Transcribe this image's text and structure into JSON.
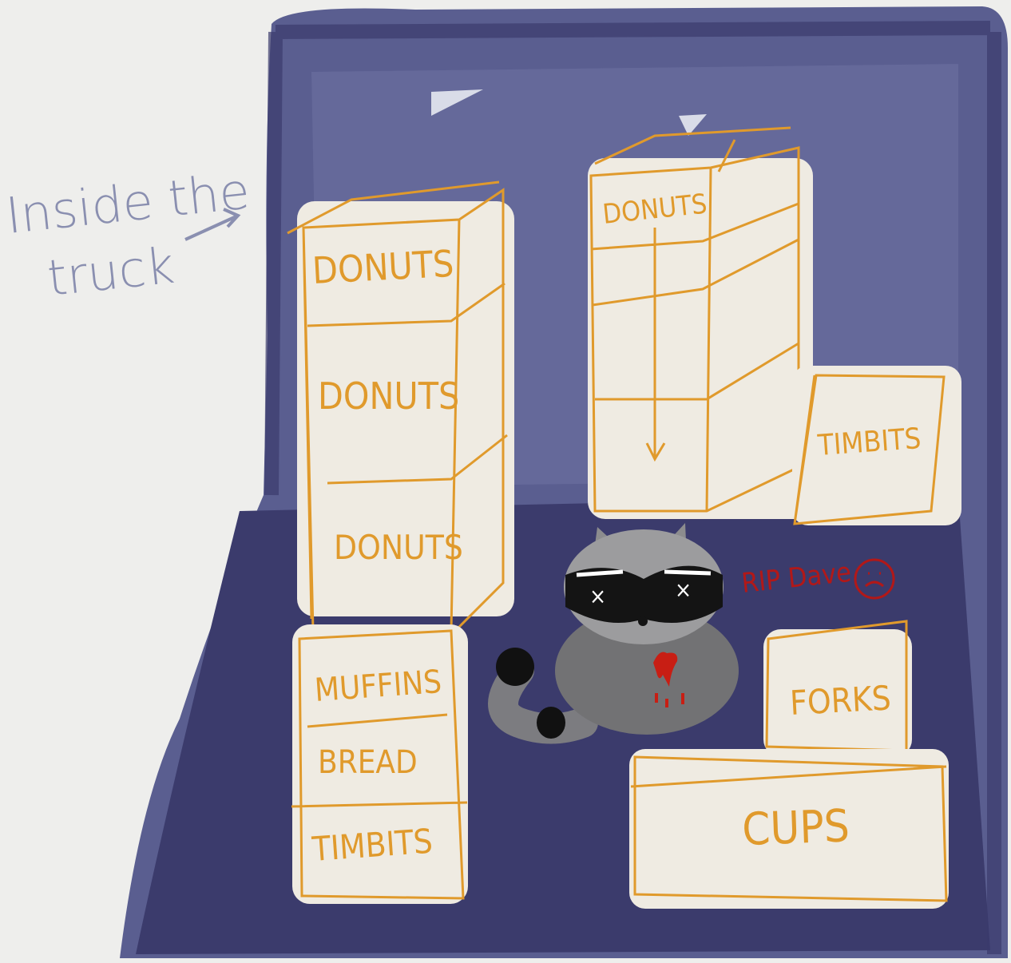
{
  "caption": {
    "line1": "Inside the",
    "line2": "truck",
    "color": "#8a8fb0"
  },
  "colors": {
    "truck_outer": "#5a5e90",
    "truck_floor": "#3b3b6c",
    "truck_inner": "#6a6d9e",
    "box_fill": "#efebe2",
    "box_outline": "#e09a2c",
    "box_text": "#e09a2c",
    "rip_text": "#b21818",
    "blood": "#c81e14"
  },
  "boxes": {
    "left_stack": {
      "donuts_top": "DONUTS",
      "donuts_middle": "DONUTS",
      "donuts_bottom": "DONUTS"
    },
    "lower_left_stack": {
      "muffins": "MUFFINS",
      "bread": "BREAD",
      "timbits": "TIMBITS"
    },
    "right_stack": {
      "donuts": "DONUTS",
      "timbits": "TIMBITS"
    },
    "lower_right": {
      "forks": "FORKS",
      "cups": "CUPS"
    }
  },
  "raccoon": {
    "eye_marks": "×",
    "note": "RIP Dave",
    "sad_face": "☹"
  }
}
